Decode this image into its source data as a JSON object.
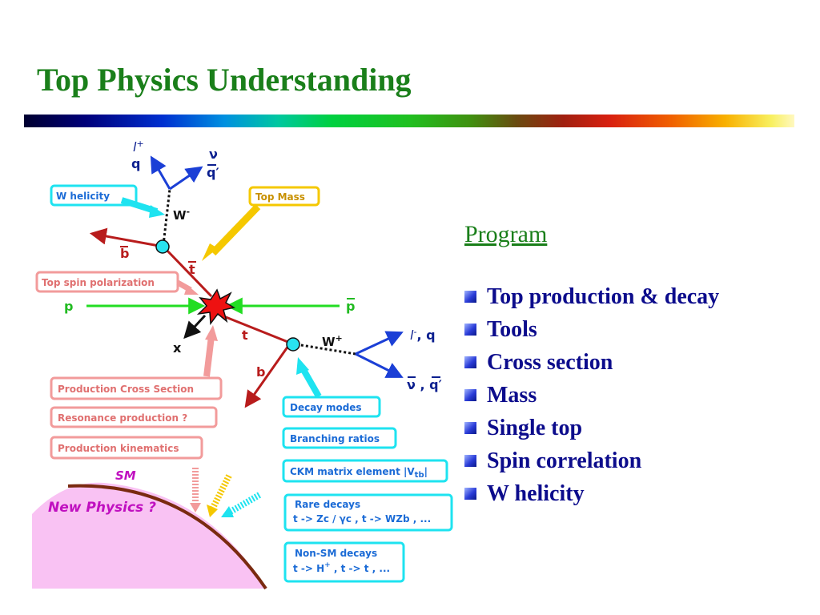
{
  "title": "Top Physics Understanding",
  "colors": {
    "title": "#1a7f1a",
    "list_text": "#0c0c8c",
    "cyan": "#1ee3f0",
    "pink": "#f29b9b",
    "gold": "#f5c800",
    "new_physics_fill": "#f9c2f3",
    "quark_line": "#b81c1c",
    "proton_line": "#22dd22",
    "lepton_line": "#1b3fd6"
  },
  "diagram": {
    "particles": {
      "l_plus": "l",
      "l_plus_sup": "+",
      "q_top": "q",
      "nu_top": "ν",
      "qbar_prime_top": "q",
      "prime_top": "′",
      "w_minus": "W",
      "w_minus_sup": "-",
      "bbar": "b",
      "tbar": "t",
      "p_left": "p",
      "pbar_right": "p",
      "x": "x",
      "t": "t",
      "w_plus": "W",
      "w_plus_sup": "+",
      "l_minus_q": "l",
      "l_minus_sup": "-",
      "l_minus_q_rest": ", q",
      "b": "b",
      "nubar_qbar_prime": "ν , q",
      "nubar_prime": "′"
    },
    "boxes": {
      "w_helicity": "W helicity",
      "top_mass": "Top Mass",
      "top_spin_polarization": "Top spin polarization",
      "production_cross_section": "Production Cross Section",
      "resonance_production": "Resonance production ?",
      "production_kinematics": "Production kinematics",
      "decay_modes": "Decay modes",
      "branching_ratios": "Branching ratios",
      "ckm_matrix_element": "CKM matrix element |V",
      "ckm_sub": "tb",
      "ckm_end": "|",
      "rare_decays_line1": "Rare decays",
      "rare_decays_line2": "t -> Zc / γc ,  t -> WZb , ...",
      "non_sm_decays_line1": "Non-SM decays",
      "non_sm_decays_line2a": "t -> H",
      "non_sm_decays_sup": "+",
      "non_sm_decays_line2b": " ,  t -> t , ..."
    },
    "sm_label": "SM",
    "new_physics_label": "New Physics ?"
  },
  "program": {
    "heading": "Program",
    "items": [
      "Top production & decay",
      "Tools",
      "Cross section",
      "Mass",
      "Single top",
      "Spin correlation",
      "W helicity"
    ]
  }
}
